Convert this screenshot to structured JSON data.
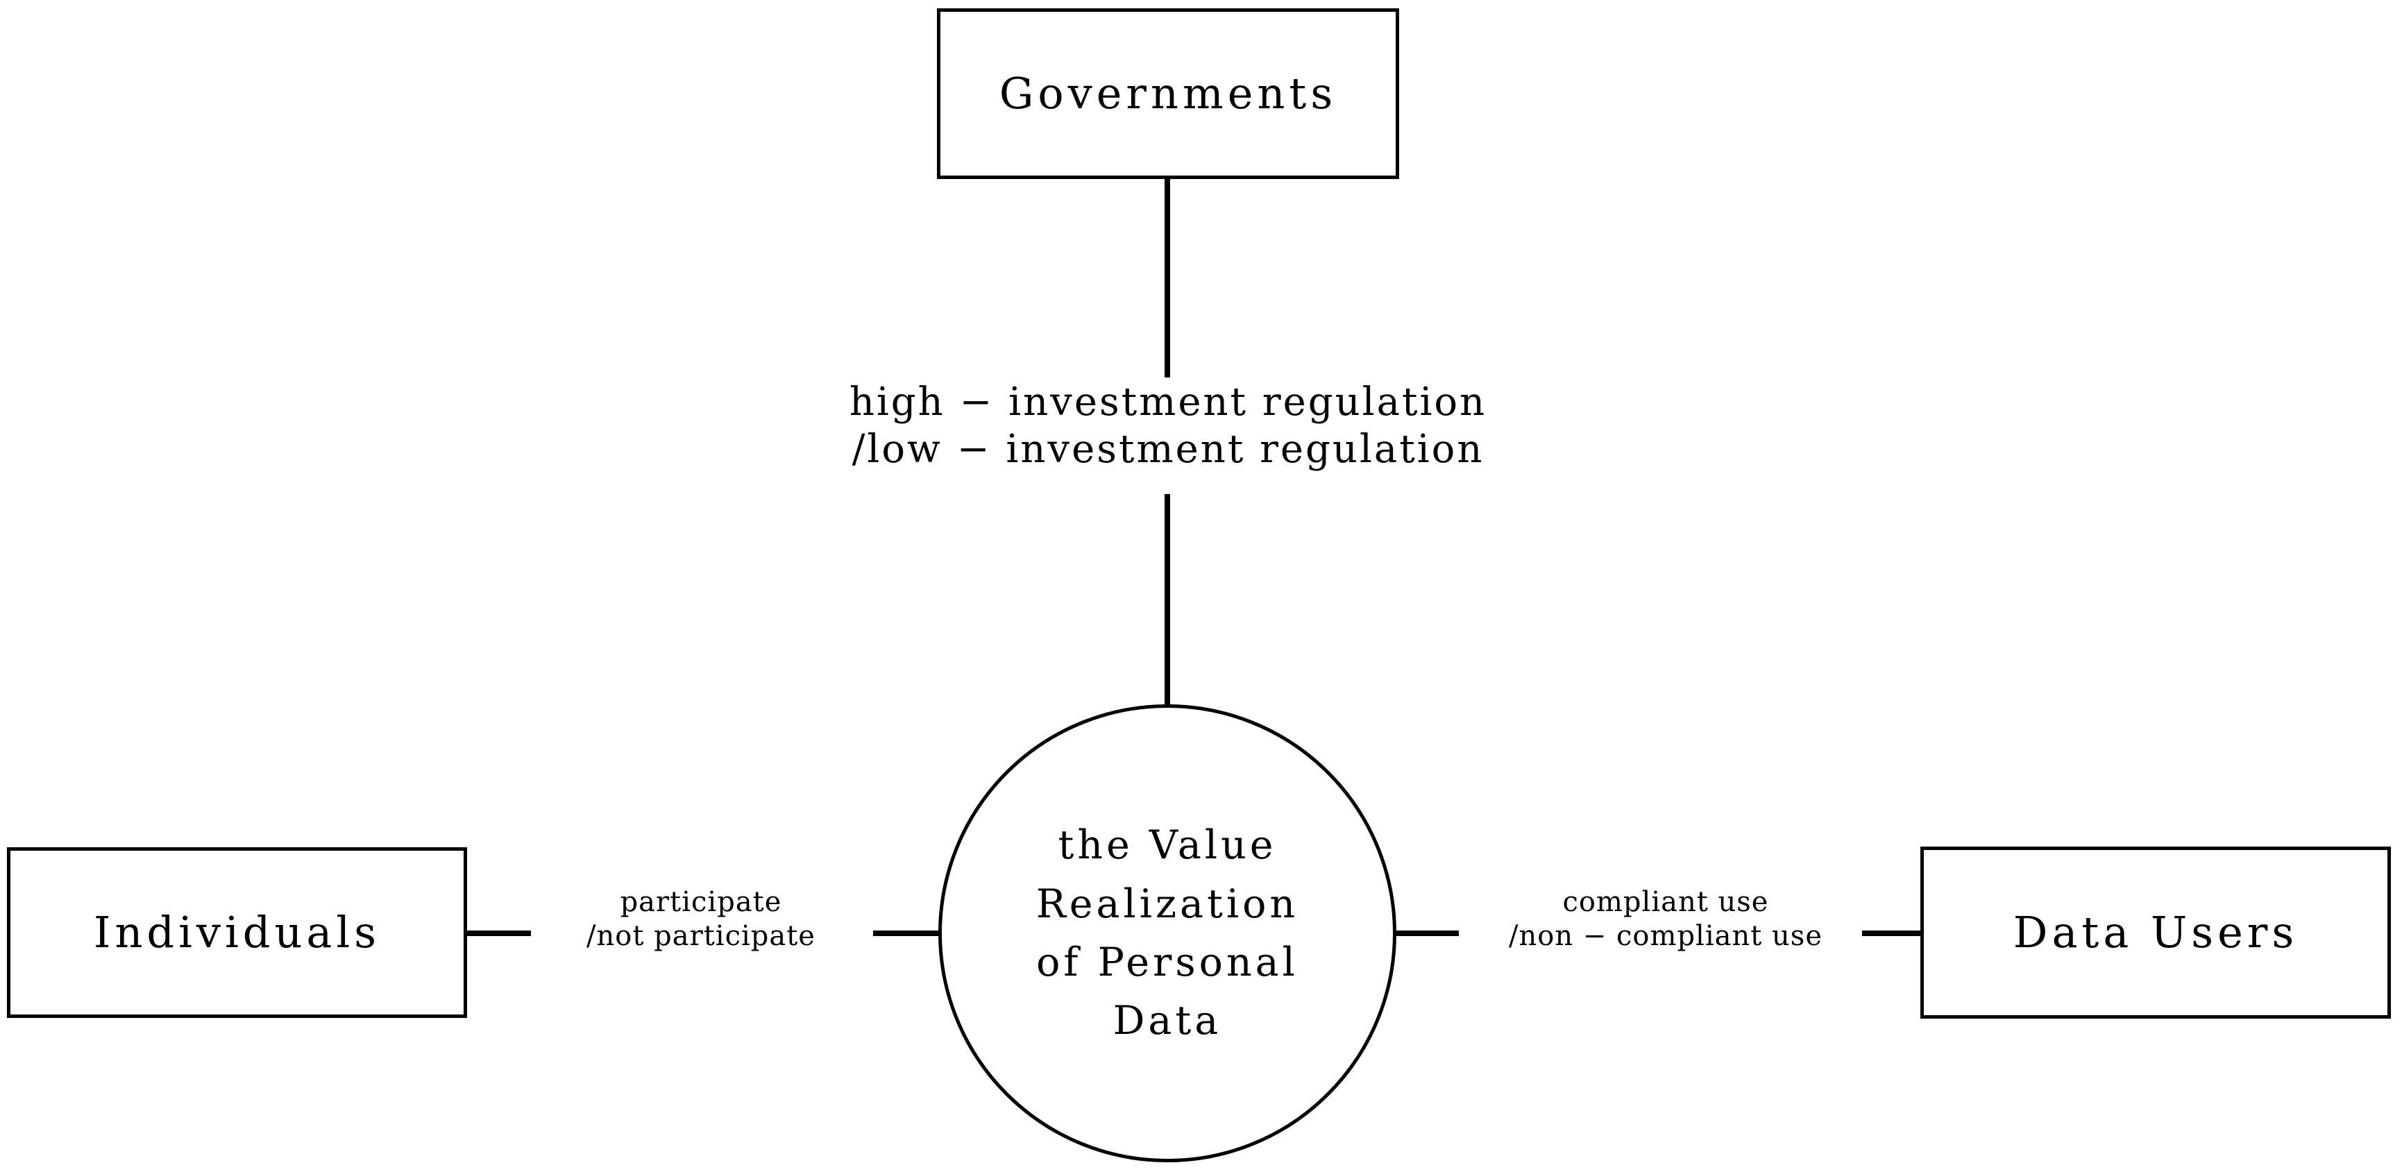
{
  "diagram": {
    "title_absent": true,
    "nodes": {
      "governments": {
        "label": "Governments"
      },
      "individuals": {
        "label": "Individuals"
      },
      "data_users": {
        "label": "Data Users"
      },
      "center": {
        "lines": [
          "the Value",
          "Realization",
          "of Personal",
          "Data"
        ]
      }
    },
    "edges": {
      "governments_to_center": {
        "label_lines": [
          "high − investment regulation",
          "/low − investment regulation"
        ]
      },
      "individuals_to_center": {
        "label_lines": [
          "participate",
          "/not participate"
        ]
      },
      "center_to_data_users": {
        "label_lines": [
          "compliant use",
          "/non − compliant use"
        ]
      }
    },
    "colors": {
      "stroke": "#000000",
      "fill": "#ffffff",
      "text": "#000000"
    }
  }
}
